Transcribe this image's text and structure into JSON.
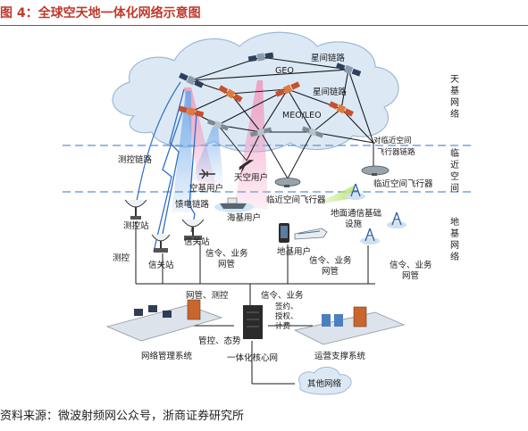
{
  "title": "图 4：全球空天地一体化网络示意图",
  "footer": "资料来源：微波射频网公众号，浙商证券研究所",
  "layers": {
    "space": "天基网络",
    "near_space": "临近空间",
    "ground": "地基网络"
  },
  "labels": {
    "geo": "GEO",
    "isl_1": "星间链路",
    "isl_2": "星间链路",
    "meo_leo": "MEO/LEO",
    "tt_link": "测控链路",
    "near_space_link_1": "对临近空间",
    "near_space_link_2": "飞行器链路",
    "space_users": "空基用户",
    "sky_users": "天空用户",
    "near_space_aircraft_1": "临近空间飞行器",
    "near_space_aircraft_2": "临近空间飞行器",
    "feeder_link": "馈电链路",
    "sea_users": "海基用户",
    "tt_station": "测控站",
    "gateway_1": "信关站",
    "gateway_2": "信关站",
    "land_users": "地基用户",
    "ground_station_1": "地面通信基础",
    "ground_station_2": "设施",
    "tt": "测控",
    "sig_biz_1a": "信令、业务",
    "sig_biz_1b": "网管",
    "sig_biz_2a": "信令、业务",
    "sig_biz_2b": "网管",
    "sig_biz_3a": "信令、业务",
    "sig_biz_3b": "网管",
    "netmgmt_tt": "网管、测控",
    "sig_biz_center": "信令、业务",
    "contract_1": "签约、",
    "contract_2": "授权、",
    "contract_3": "计费",
    "mgmt_situation": "管控、态势",
    "nms": "网络管理系统",
    "core_net": "一体化核心网",
    "ops_support": "运营支撑系统",
    "other_net": "其他网络"
  },
  "colors": {
    "cloud": "#dce9f5",
    "cloud_edge": "#9fb9d6",
    "dashed_line": "#5b8fd6",
    "beam_pink": "#f29ac0",
    "beam_blue": "#6aa6e8",
    "title_red": "#c0392b"
  }
}
